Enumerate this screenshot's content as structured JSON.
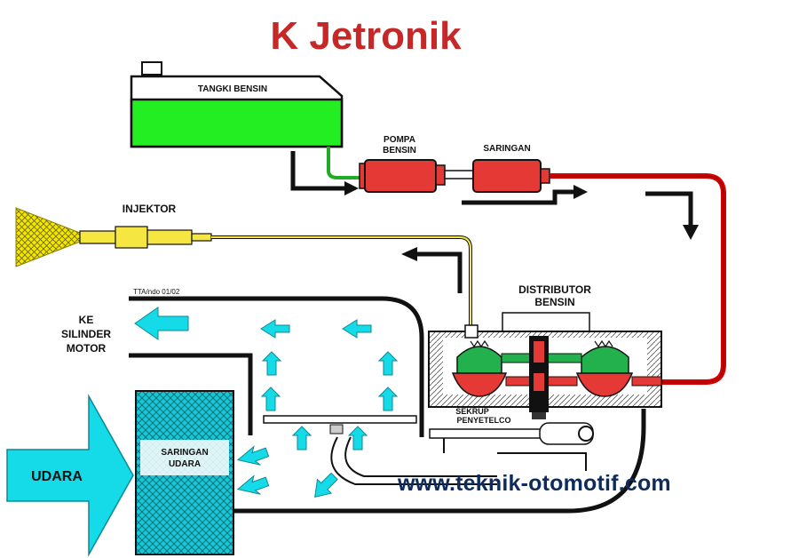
{
  "title": "K Jetronik",
  "watermark": "www.teknik-otomotif.com",
  "labels": {
    "tank": "TANGKI BENSIN",
    "pump_line1": "POMPA",
    "pump_line2": "BENSIN",
    "filter": "SARINGAN",
    "injector": "INJEKTOR",
    "distributor_line1": "DISTRIBUTOR",
    "distributor_line2": "BENSIN",
    "cylinder_line1": "KE",
    "cylinder_line2": "SILINDER",
    "cylinder_line3": "MOTOR",
    "adjust_screw_line1": "SEKRUP",
    "adjust_screw_line2": "PENYETELCO",
    "air_filter_line1": "SARINGAN",
    "air_filter_line2": "UDARA",
    "air": "UDARA",
    "drawing_ref": "TTA/ndo 01/02"
  },
  "colors": {
    "title": "#c62828",
    "tank_fill": "#22ee22",
    "pump_filter": "#e53935",
    "fuel_line": "#d50000",
    "air_arrow": "#15dbe8",
    "distributor_green": "#22b14c",
    "distributor_red": "#e53935",
    "injector_yellow": "#f5e642",
    "watermark": "#0d2b5c"
  }
}
